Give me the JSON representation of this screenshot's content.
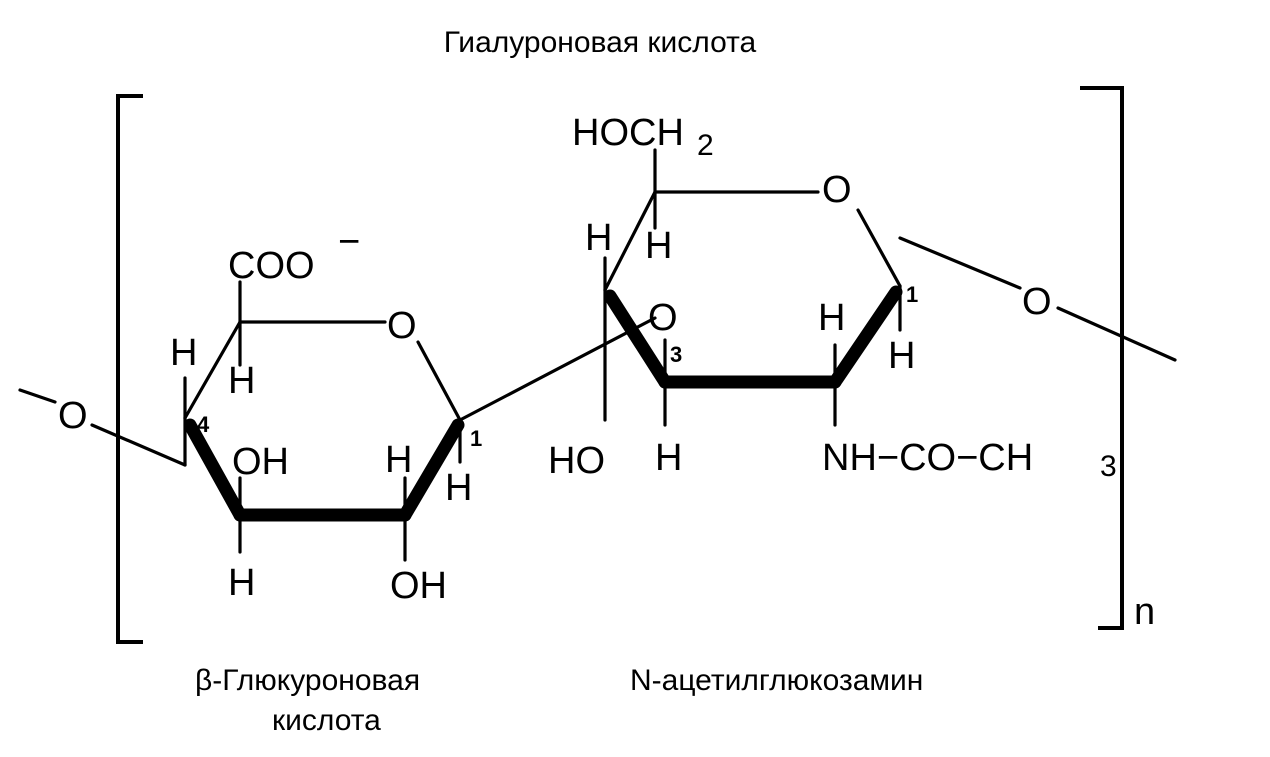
{
  "title": "Гиалуроновая кислота",
  "repeat_subscript": "n",
  "glucuronic": {
    "caption_line1": "β-Глюкуроновая",
    "caption_line2": "кислота",
    "coo": "COO",
    "charge": "−",
    "ring_o": "O",
    "h_c5": "H",
    "h_c4": "H",
    "c4_label": "4",
    "oh_c3": "OH",
    "h_c3": "H",
    "h_c2": "H",
    "oh_c2": "OH",
    "h_c1": "H",
    "c1_label": "1"
  },
  "acetylglucosamine": {
    "caption": "N-ацетилглюкозамин",
    "hoch2": "HOCH",
    "hoch2_sub": "2",
    "ring_o": "O",
    "h_c5": "H",
    "h_c4_top": "H",
    "glyco_o": "O",
    "c3_label": "3",
    "ho_c4": "HO",
    "h_c3": "H",
    "h_c2": "H",
    "h_c1": "H",
    "c1_label": "1",
    "nhcoch3": "NH−CO−CH",
    "nhcoch3_sub": "3"
  },
  "linkage": {
    "left_o": "O",
    "right_o": "O"
  }
}
